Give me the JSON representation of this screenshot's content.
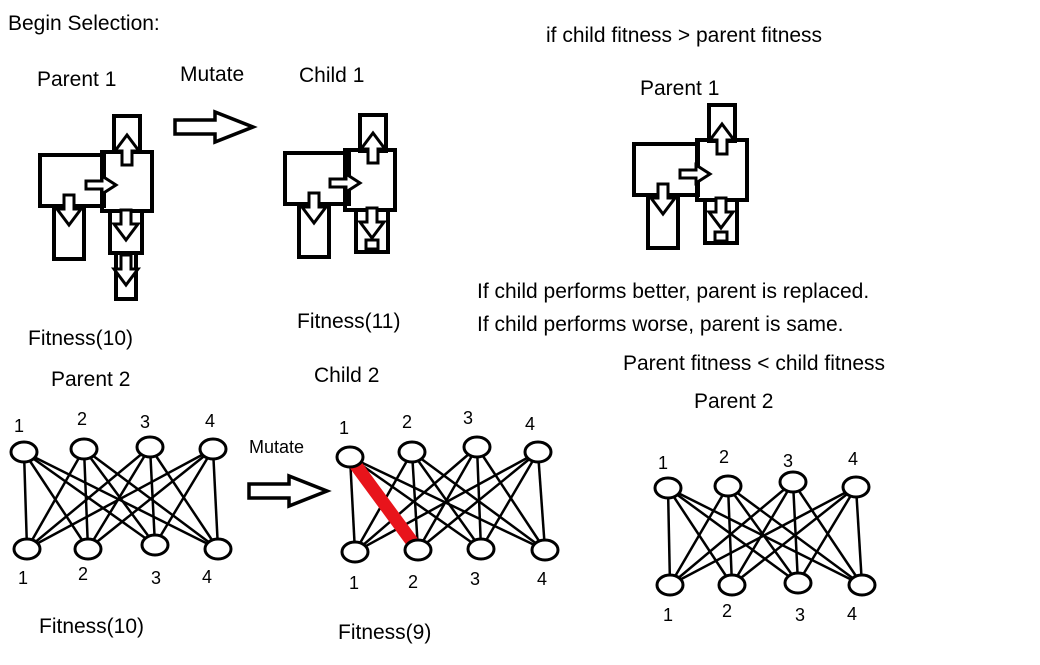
{
  "title": "Begin Selection:",
  "condition_top": "if child fitness > parent fitness",
  "mutate_label": "Mutate",
  "robot_section": {
    "parent_label": "Parent 1",
    "child_label": "Child 1",
    "parent_fitness": "Fitness(10)",
    "child_fitness": "Fitness(11)",
    "result_label": "Parent 1"
  },
  "rules": {
    "line1": "If child performs better, parent is replaced.",
    "line2": "If child performs worse, parent is same."
  },
  "network_section": {
    "parent_label": "Parent  2",
    "child_label": "Child  2",
    "parent_fitness": "Fitness(10)",
    "child_fitness": "Fitness(9)",
    "condition": "Parent fitness < child fitness",
    "result_label": "Parent 2"
  },
  "node_labels": [
    "1",
    "2",
    "3",
    "4"
  ],
  "colors": {
    "ink": "#000000",
    "mutation_highlight": "#e8141b"
  }
}
